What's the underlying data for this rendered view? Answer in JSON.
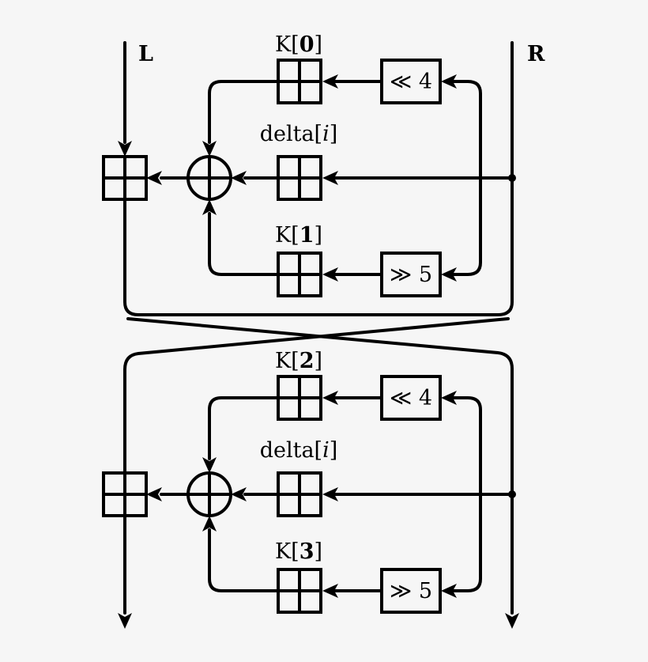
{
  "inputs": {
    "left": "L",
    "right": "R"
  },
  "rounds": [
    {
      "key_top": {
        "prefix": "K[",
        "index": "0",
        "suffix": "]"
      },
      "delta": {
        "prefix": "delta[",
        "index": "i",
        "suffix": "]"
      },
      "key_bottom": {
        "prefix": "K[",
        "index": "1",
        "suffix": "]"
      },
      "shift_left": "≪ 4",
      "shift_right": "≫ 5"
    },
    {
      "key_top": {
        "prefix": "K[",
        "index": "2",
        "suffix": "]"
      },
      "delta": {
        "prefix": "delta[",
        "index": "i",
        "suffix": "]"
      },
      "key_bottom": {
        "prefix": "K[",
        "index": "3",
        "suffix": "]"
      },
      "shift_left": "≪ 4",
      "shift_right": "≫ 5"
    }
  ]
}
